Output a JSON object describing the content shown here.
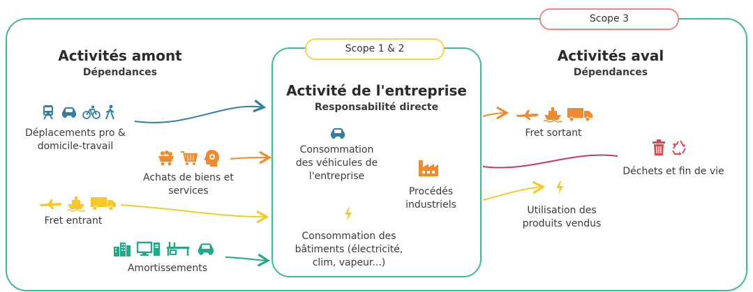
{
  "scope3": "Scope 3",
  "scope12": "Scope 1 & 2",
  "upstream": {
    "title": "Activités amont",
    "subtitle": "Dépendances"
  },
  "downstream": {
    "title": "Activités aval",
    "subtitle": "Dépendances"
  },
  "company": {
    "title": "Activité de l'entreprise",
    "subtitle": "Responsabilité directe"
  },
  "inputs": {
    "travel": [
      "Déplacements pro &",
      "domicile-travail"
    ],
    "purchases": [
      "Achats de biens et",
      "services"
    ],
    "freight_in": "Fret entrant",
    "depreciation": "Amortissements"
  },
  "internal": {
    "vehicles": [
      "Consommation",
      "des véhicules de",
      "l'entreprise"
    ],
    "processes": [
      "Procédés",
      "industriels"
    ],
    "buildings": [
      "Consommation des",
      "bâtiments (électricité,",
      "clim, vapeur...)"
    ]
  },
  "outputs": {
    "freight_out": "Fret sortant",
    "waste": "Déchets et fin de vie",
    "use": [
      "Utilisation des",
      "produits vendus"
    ]
  },
  "colors": {
    "green": "#3bbf86",
    "blue": "#2f7fa5",
    "orange": "#f08a2c",
    "yellow": "#f7c928",
    "pink": "#c13a6a",
    "red": "#e0474c"
  },
  "icons": [
    "train-icon",
    "car-icon",
    "bicycle-icon",
    "walking-icon",
    "mining-cart-icon",
    "shopping-cart-icon",
    "gear-head-icon",
    "plane-icon",
    "ship-icon",
    "truck-icon",
    "buildings-icon",
    "computer-icon",
    "desk-icon",
    "factory-icon",
    "lightning-icon",
    "trash-icon",
    "recycle-icon"
  ]
}
